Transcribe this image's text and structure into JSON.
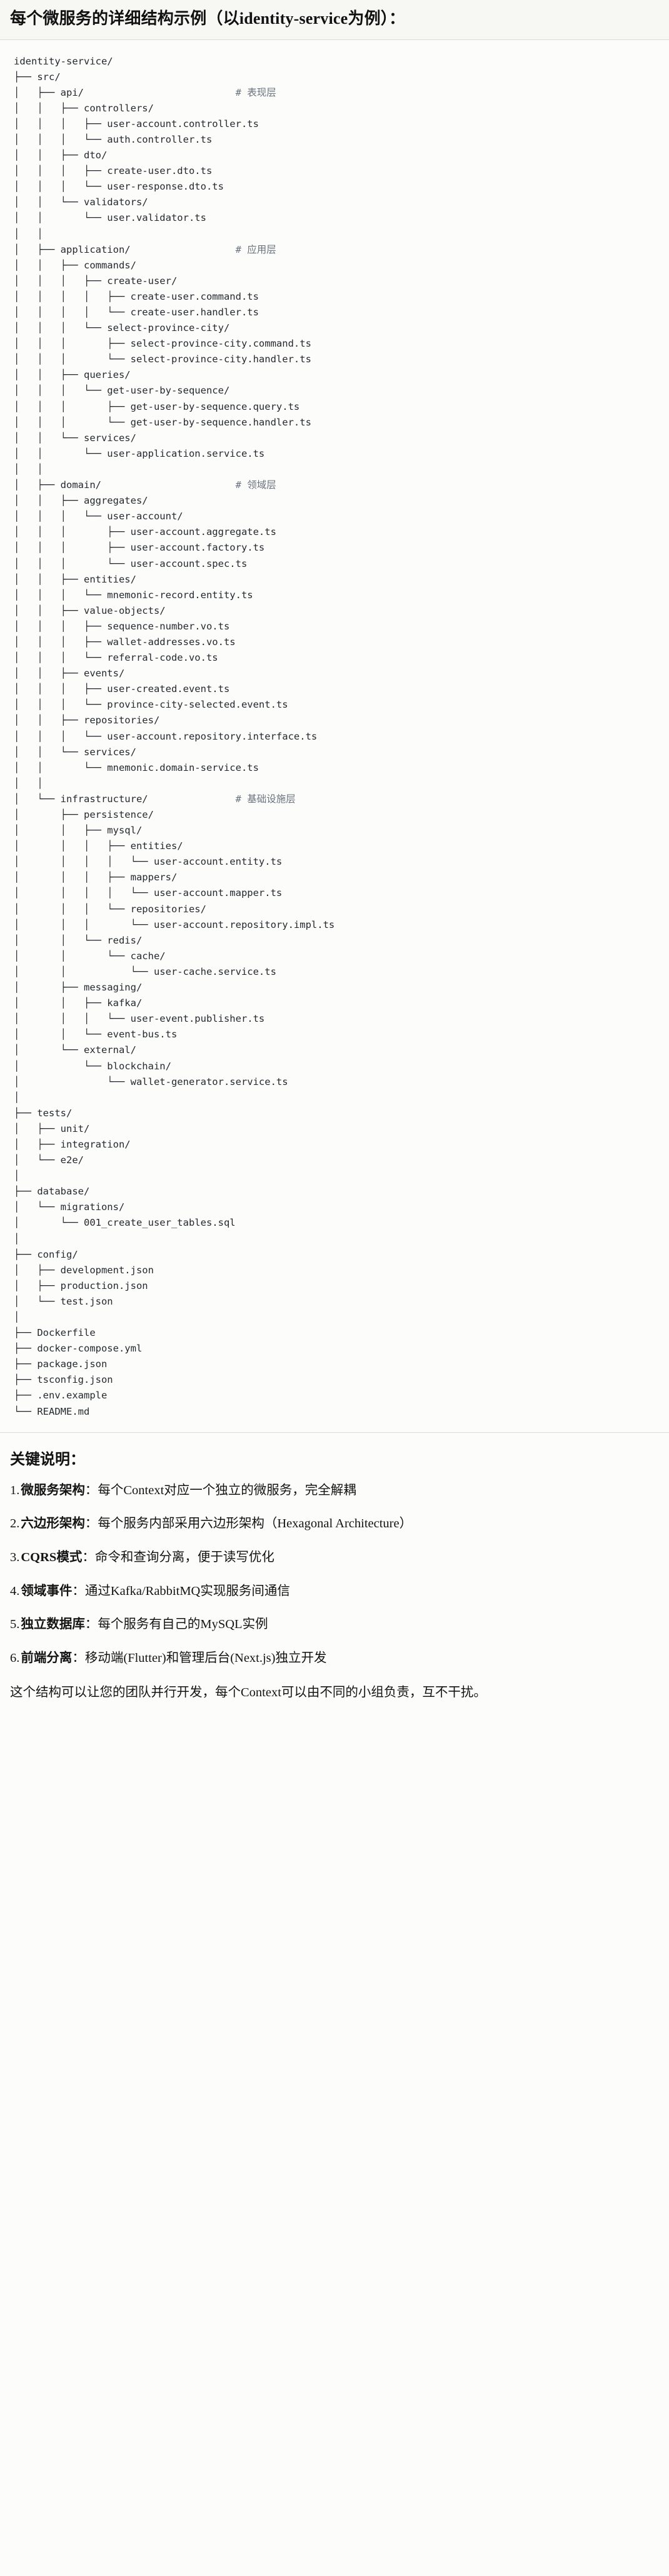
{
  "header": {
    "title": "每个微服务的详细结构示例（以identity-service为例）："
  },
  "tree": {
    "root": "identity-service/",
    "lines": [
      "identity-service/",
      "├── src/",
      "│   ├── api/                          # 表现层",
      "│   │   ├── controllers/",
      "│   │   │   ├── user-account.controller.ts",
      "│   │   │   └── auth.controller.ts",
      "│   │   ├── dto/",
      "│   │   │   ├── create-user.dto.ts",
      "│   │   │   └── user-response.dto.ts",
      "│   │   └── validators/",
      "│   │       └── user.validator.ts",
      "│   │",
      "│   ├── application/                  # 应用层",
      "│   │   ├── commands/",
      "│   │   │   ├── create-user/",
      "│   │   │   │   ├── create-user.command.ts",
      "│   │   │   │   └── create-user.handler.ts",
      "│   │   │   └── select-province-city/",
      "│   │   │       ├── select-province-city.command.ts",
      "│   │   │       └── select-province-city.handler.ts",
      "│   │   ├── queries/",
      "│   │   │   └── get-user-by-sequence/",
      "│   │   │       ├── get-user-by-sequence.query.ts",
      "│   │   │       └── get-user-by-sequence.handler.ts",
      "│   │   └── services/",
      "│   │       └── user-application.service.ts",
      "│   │",
      "│   ├── domain/                       # 领域层",
      "│   │   ├── aggregates/",
      "│   │   │   └── user-account/",
      "│   │   │       ├── user-account.aggregate.ts",
      "│   │   │       ├── user-account.factory.ts",
      "│   │   │       └── user-account.spec.ts",
      "│   │   ├── entities/",
      "│   │   │   └── mnemonic-record.entity.ts",
      "│   │   ├── value-objects/",
      "│   │   │   ├── sequence-number.vo.ts",
      "│   │   │   ├── wallet-addresses.vo.ts",
      "│   │   │   └── referral-code.vo.ts",
      "│   │   ├── events/",
      "│   │   │   ├── user-created.event.ts",
      "│   │   │   └── province-city-selected.event.ts",
      "│   │   ├── repositories/",
      "│   │   │   └── user-account.repository.interface.ts",
      "│   │   └── services/",
      "│   │       └── mnemonic.domain-service.ts",
      "│   │",
      "│   └── infrastructure/               # 基础设施层",
      "│       ├── persistence/",
      "│       │   ├── mysql/",
      "│       │   │   ├── entities/",
      "│       │   │   │   └── user-account.entity.ts",
      "│       │   │   ├── mappers/",
      "│       │   │   │   └── user-account.mapper.ts",
      "│       │   │   └── repositories/",
      "│       │   │       └── user-account.repository.impl.ts",
      "│       │   └── redis/",
      "│       │       └── cache/",
      "│       │           └── user-cache.service.ts",
      "│       ├── messaging/",
      "│       │   ├── kafka/",
      "│       │   │   └── user-event.publisher.ts",
      "│       │   └── event-bus.ts",
      "│       └── external/",
      "│           └── blockchain/",
      "│               └── wallet-generator.service.ts",
      "│",
      "├── tests/",
      "│   ├── unit/",
      "│   ├── integration/",
      "│   └── e2e/",
      "│",
      "├── database/",
      "│   └── migrations/",
      "│       └── 001_create_user_tables.sql",
      "│",
      "├── config/",
      "│   ├── development.json",
      "│   ├── production.json",
      "│   └── test.json",
      "│",
      "├── Dockerfile",
      "├── docker-compose.yml",
      "├── package.json",
      "├── tsconfig.json",
      "├── .env.example",
      "└── README.md"
    ],
    "comments": [
      {
        "text": "# 表现层",
        "for": "api/"
      },
      {
        "text": "# 应用层",
        "for": "application/"
      },
      {
        "text": "# 领域层",
        "for": "domain/"
      },
      {
        "text": "# 基础设施层",
        "for": "infrastructure/"
      }
    ]
  },
  "notes": {
    "title": "关键说明：",
    "items": [
      {
        "num": "1.",
        "term": "微服务架构",
        "sep": "：",
        "desc": "每个Context对应一个独立的微服务，完全解耦"
      },
      {
        "num": "2.",
        "term": "六边形架构",
        "sep": "：",
        "desc": "每个服务内部采用六边形架构（Hexagonal Architecture）"
      },
      {
        "num": "3.",
        "term": "CQRS模式",
        "sep": "：",
        "desc": "命令和查询分离，便于读写优化"
      },
      {
        "num": "4.",
        "term": "领域事件",
        "sep": "：",
        "desc": "通过Kafka/RabbitMQ实现服务间通信"
      },
      {
        "num": "5.",
        "term": "独立数据库",
        "sep": "：",
        "desc": "每个服务有自己的MySQL实例"
      },
      {
        "num": "6.",
        "term": "前端分离",
        "sep": "：",
        "desc": "移动端(Flutter)和管理后台(Next.js)独立开发"
      }
    ],
    "closing": "这个结构可以让您的团队并行开发，每个Context可以由不同的小组负责，互不干扰。"
  },
  "colors": {
    "background": "#fcfcfb",
    "title_band": "#f7f7f4",
    "divider": "#dcdcd6",
    "code_text": "#24292f",
    "comment_text": "#6a737d",
    "body_text": "#141414"
  }
}
